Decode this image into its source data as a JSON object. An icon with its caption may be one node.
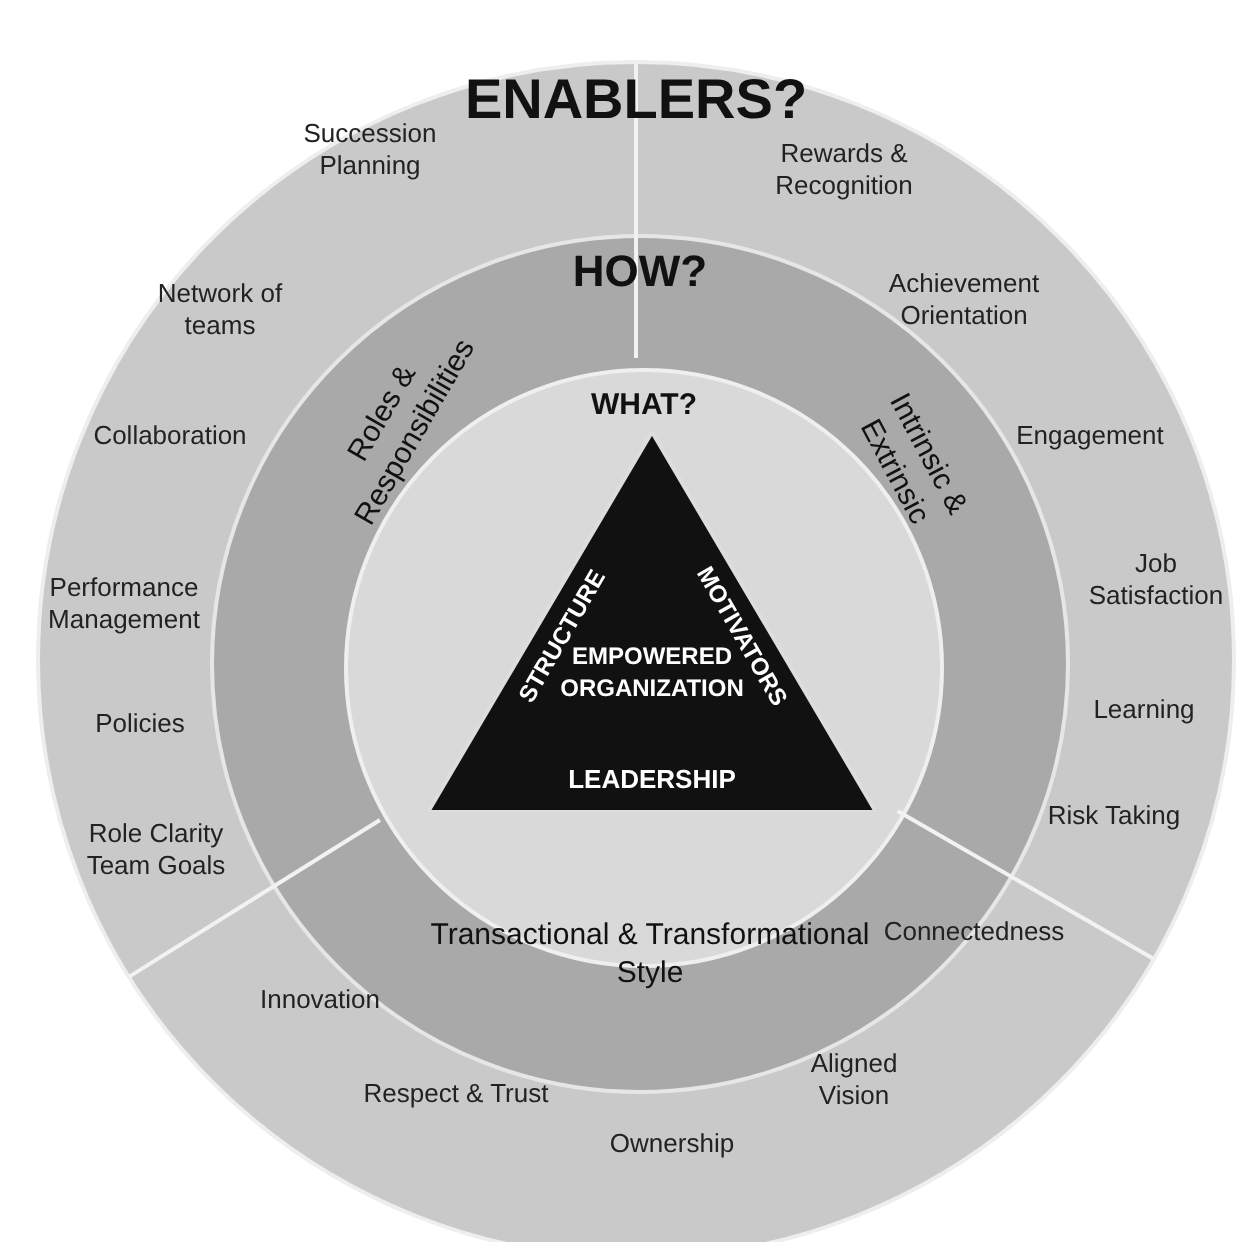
{
  "diagram": {
    "nodes": [
      {
        "text": [
          "ENABLERS?"
        ]
      },
      {
        "text": [
          "HOW?"
        ],
        "in": 0
      },
      {
        "text": [
          "WHAT?"
        ],
        "in": 1
      },
      {
        "text": [
          "STRUCTURE",
          "MOTIVATORS",
          "EMPOWERED ORGANIZATION",
          "LEADERSHIP"
        ],
        "in": 2
      }
    ],
    "labels": [
      "Succession Planning",
      "Rewards & Recognition",
      "Network of teams",
      "Achievement Orientation",
      "Collaboration",
      "Engagement",
      "Roles & Responsibilities",
      "Intrinsic & Extrinsic",
      "Performance Management",
      "Job Satisfaction",
      "Policies",
      "Learning",
      "Role Clarity Team Goals",
      "Risk Taking",
      "Transactional & Transformational Style",
      "Innovation",
      "Connectedness",
      "Respect & Trust",
      "Aligned Vision",
      "Ownership"
    ]
  }
}
